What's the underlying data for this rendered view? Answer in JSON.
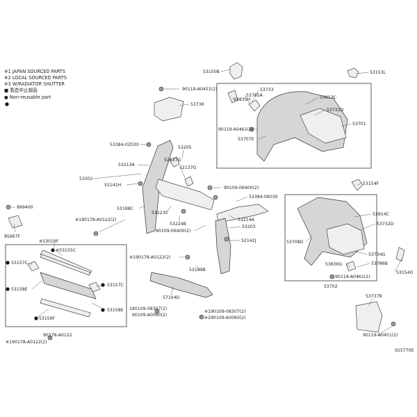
{
  "legend": {
    "notes": [
      "※1 JAPAN SOURCED PARTS",
      "※2 LOCAL SOURCED PARTS",
      "※3 W/RADIATOR SHUTTER",
      "■ 製造中止部品",
      "● Non-reusable part"
    ]
  },
  "drawing_id": "S55770E",
  "callouts": [
    {
      "text": "53150B"
    },
    {
      "text": "90119-A0451(2)"
    },
    {
      "text": "53736"
    },
    {
      "text": "53733"
    },
    {
      "text": "53785A"
    },
    {
      "text": "53835H"
    },
    {
      "text": "53813C"
    },
    {
      "text": "53731D"
    },
    {
      "text": "53701"
    },
    {
      "text": "90119-A0461(2)"
    },
    {
      "text": "53707E"
    },
    {
      "text": "53153L"
    },
    {
      "text": "53384-0Z030"
    },
    {
      "text": "53213A"
    },
    {
      "text": "53205"
    },
    {
      "text": "52137G"
    },
    {
      "text": "52137G"
    },
    {
      "text": "53202"
    },
    {
      "text": "52141H"
    },
    {
      "text": "90109-06400(2)"
    },
    {
      "text": "53384-0K030"
    },
    {
      "text": "53188C"
    },
    {
      "text": "53223C"
    },
    {
      "text": "53224B"
    },
    {
      "text": "53214A"
    },
    {
      "text": "53203"
    },
    {
      "text": "90109-06400(2)"
    },
    {
      "text": "52142J"
    },
    {
      "text": "899400"
    },
    {
      "text": "85667F"
    },
    {
      "text": "※190178-A0122(2)"
    },
    {
      "text": "※53019F"
    },
    {
      "text": "※53155C"
    },
    {
      "text": "53157C"
    },
    {
      "text": "53158E"
    },
    {
      "text": "53156F"
    },
    {
      "text": "※190178-A0122(2)"
    },
    {
      "text": "53189B"
    },
    {
      "text": "53157C"
    },
    {
      "text": "53158E"
    },
    {
      "text": "57104D"
    },
    {
      "text": "190109-08307(2)"
    },
    {
      "text": "90109-A0060(2)"
    },
    {
      "text": "※190109-08307(2)"
    },
    {
      "text": "※290109-A0060(2)"
    },
    {
      "text": "90178-A0122"
    },
    {
      "text": "※190178-A0122(2)"
    },
    {
      "text": "53154F"
    },
    {
      "text": "53814C"
    },
    {
      "text": "53732D"
    },
    {
      "text": "53708D"
    },
    {
      "text": "53734G"
    },
    {
      "text": "53836G"
    },
    {
      "text": "53786B"
    },
    {
      "text": "90119-A0461(2)"
    },
    {
      "text": "53702"
    },
    {
      "text": "53154O"
    },
    {
      "text": "53737B"
    },
    {
      "text": "90119-A0451(2)"
    }
  ]
}
